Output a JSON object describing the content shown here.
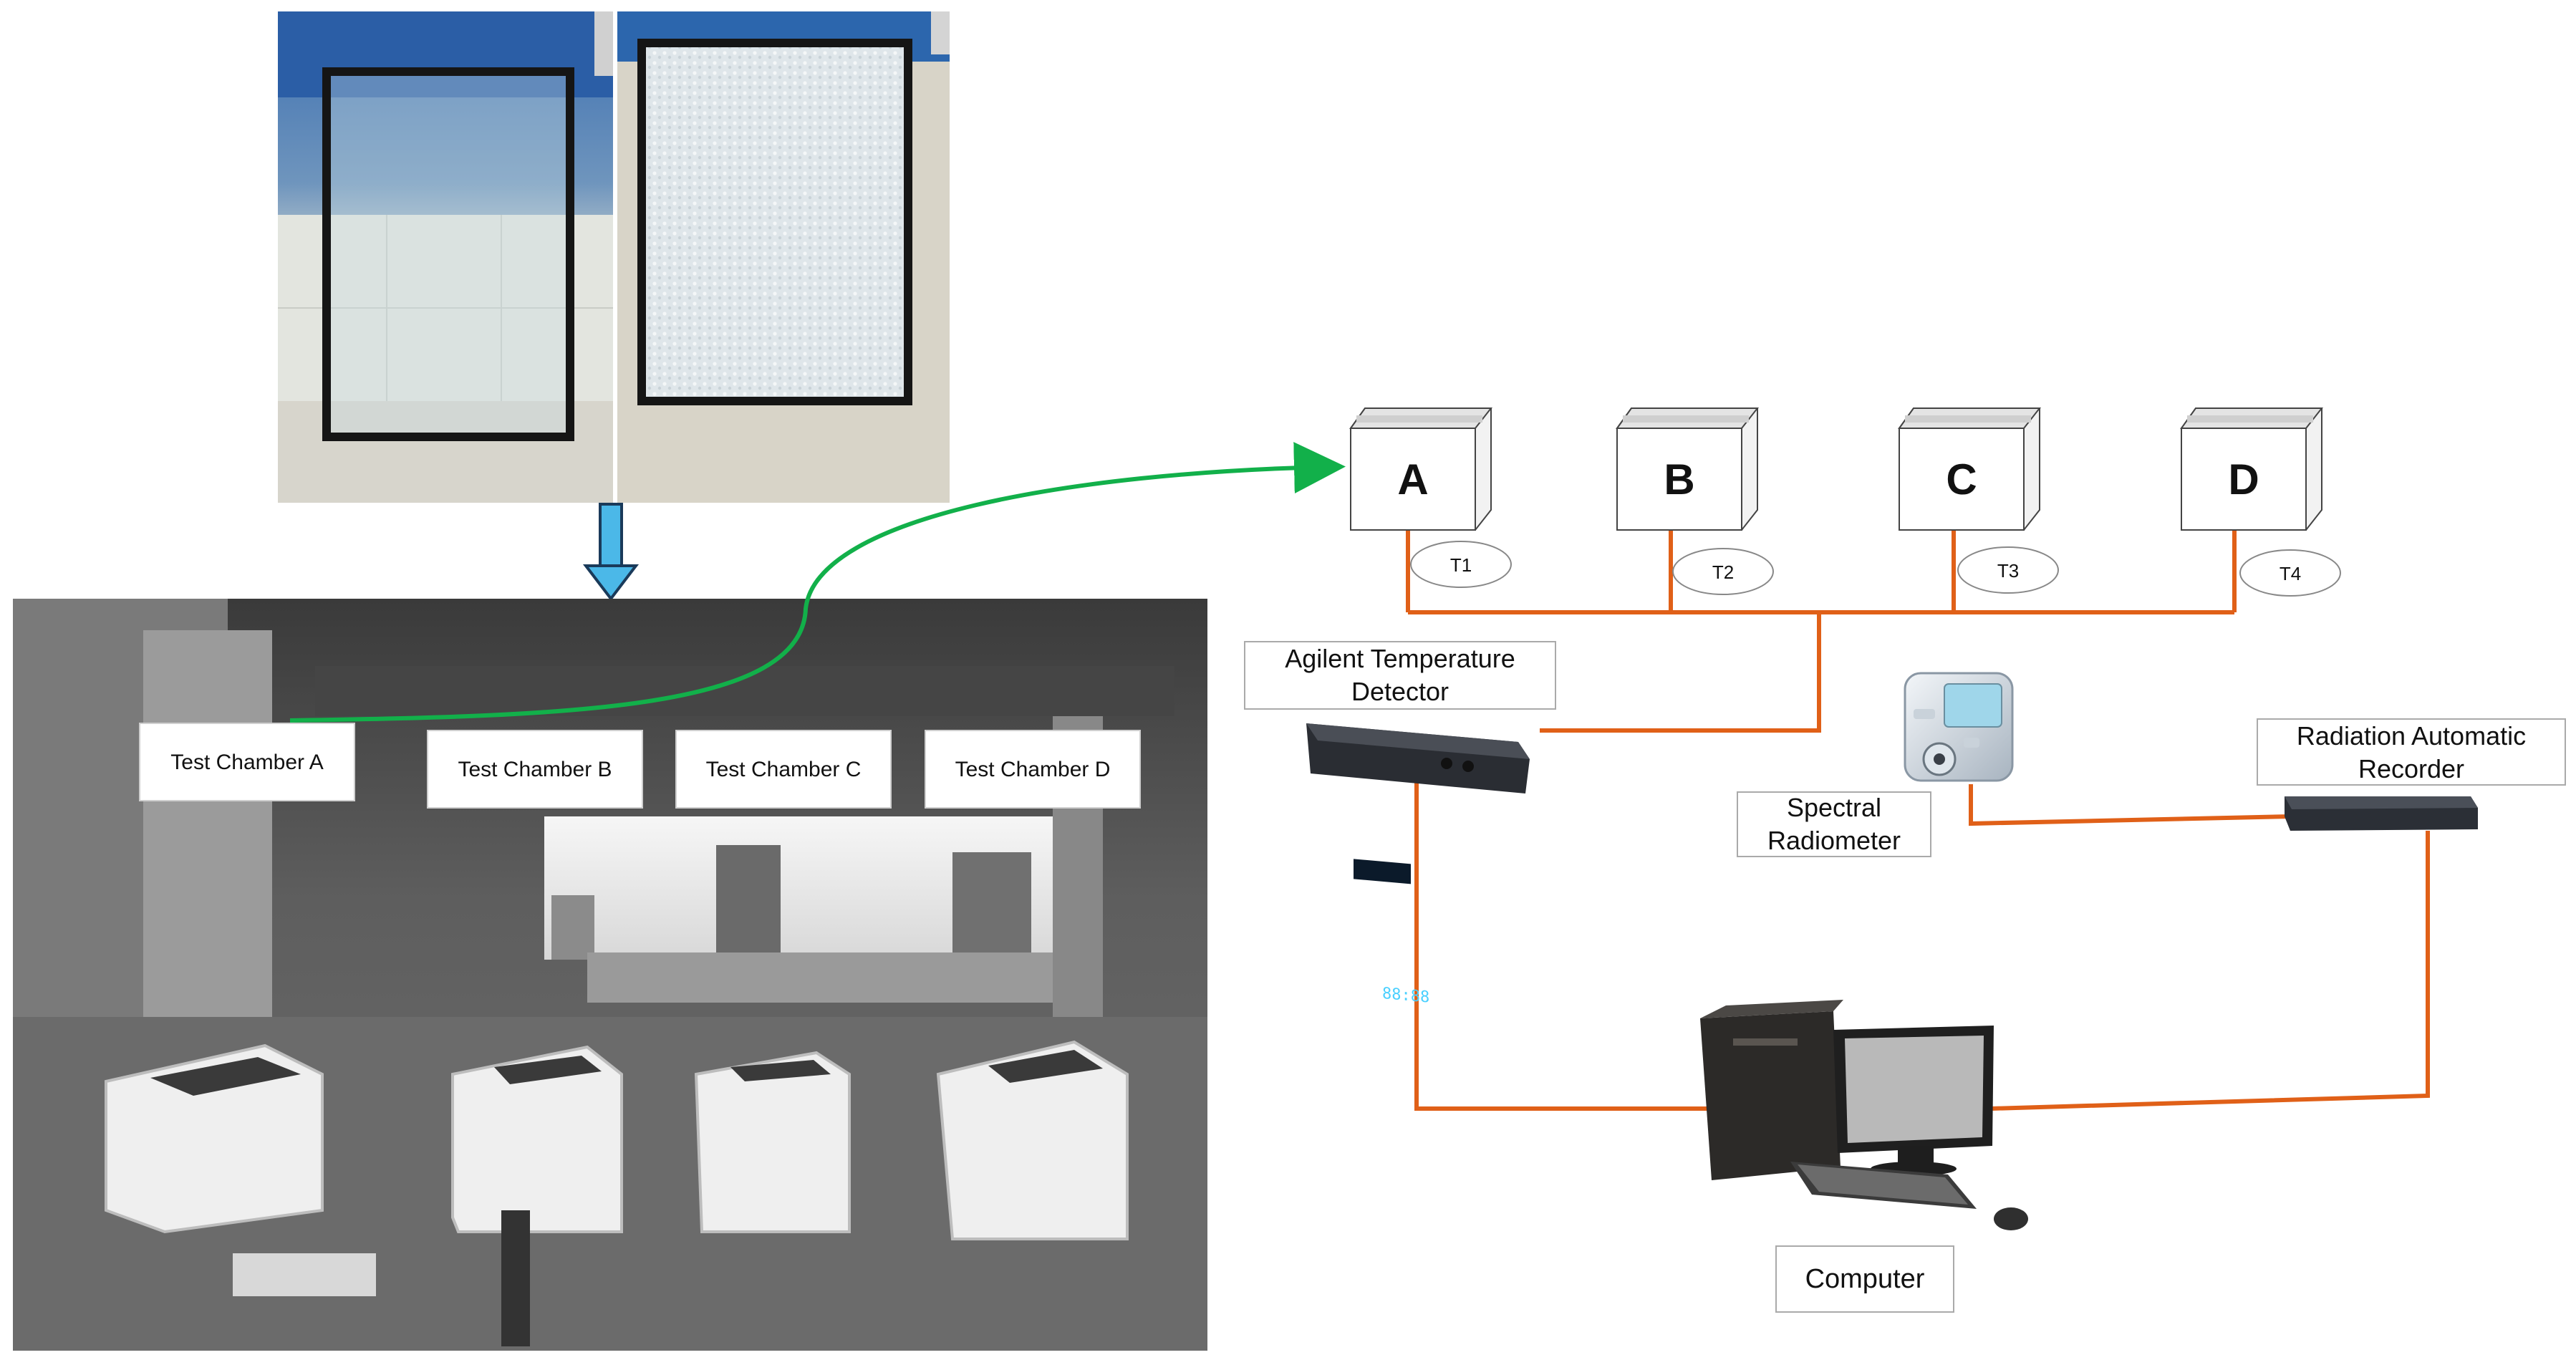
{
  "labels": {
    "chamber_a": "Test Chamber A",
    "chamber_b": "Test Chamber B",
    "chamber_c": "Test Chamber C",
    "chamber_d": "Test Chamber D",
    "agilent_line1": "Agilent Temperature",
    "agilent_line2": "Detector",
    "spectral_line1": "Spectral",
    "spectral_line2": "Radiometer",
    "radiation_line1": "Radiation Automatic",
    "radiation_line2": "Recorder",
    "computer": "Computer"
  },
  "boxes": [
    {
      "letter": "A",
      "sensor": "T1"
    },
    {
      "letter": "B",
      "sensor": "T2"
    },
    {
      "letter": "C",
      "sensor": "T3"
    },
    {
      "letter": "D",
      "sensor": "T4"
    }
  ],
  "colors": {
    "wire": "#e06018",
    "arrow_green": "#12b04a",
    "down_arrow": "#4bb8e8"
  },
  "icons": {
    "down_arrow": "thick-down-arrow-icon",
    "green_arrow": "curved-arrow-icon",
    "agilent": "temperature-logger-device-icon",
    "spectral": "handheld-radiometer-icon",
    "recorder": "recorder-box-icon",
    "computer": "desktop-computer-icon"
  }
}
